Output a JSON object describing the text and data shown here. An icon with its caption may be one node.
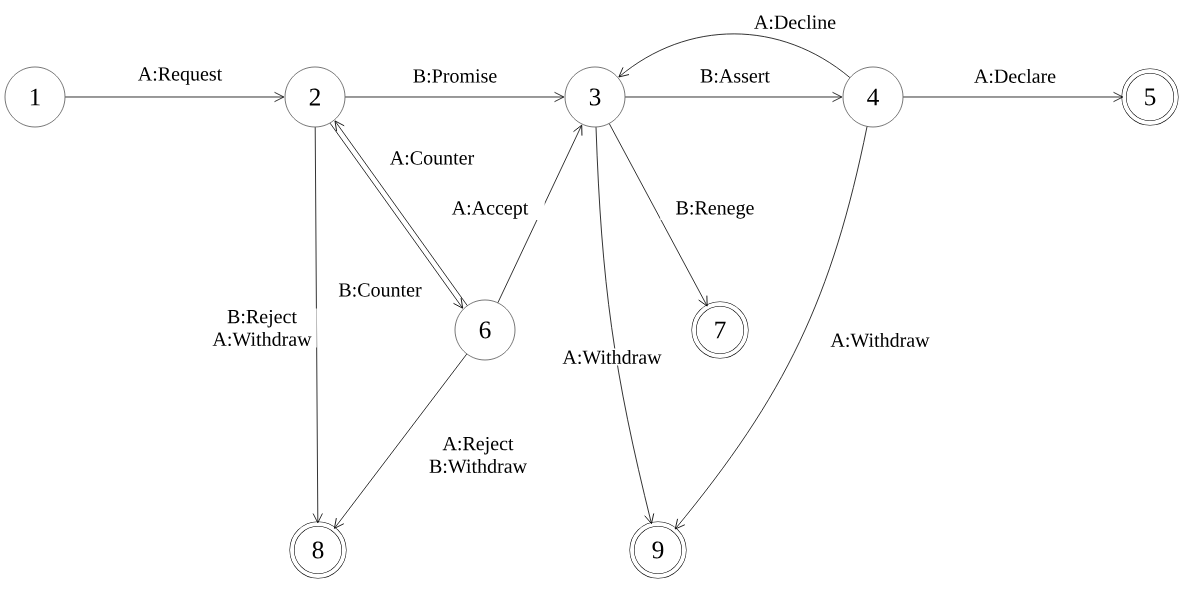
{
  "diagram": {
    "nodes": [
      {
        "text": [
          "1"
        ]
      },
      {
        "text": [
          "2"
        ]
      },
      {
        "text": [
          "3"
        ]
      },
      {
        "text": [
          "4"
        ]
      },
      {
        "text": [
          "5"
        ]
      },
      {
        "text": [
          "6"
        ]
      },
      {
        "text": [
          "7"
        ]
      },
      {
        "text": [
          "8"
        ]
      },
      {
        "text": [
          "9"
        ]
      }
    ],
    "edges": [
      {
        "from": 0,
        "to": 1,
        "arrow": "to",
        "label": "A:Request"
      },
      {
        "from": 1,
        "to": 2,
        "arrow": "to",
        "label": "B:Promise"
      },
      {
        "from": 2,
        "to": 3,
        "arrow": "to",
        "label": "B:Assert"
      },
      {
        "from": 3,
        "to": 2,
        "arrow": "to",
        "label": "A:Decline"
      },
      {
        "from": 3,
        "to": 4,
        "arrow": "to",
        "label": "A:Declare"
      },
      {
        "from": 5,
        "to": 1,
        "arrow": "to",
        "label": "A:Counter"
      },
      {
        "from": 1,
        "to": 5,
        "arrow": "to",
        "label": "B:Counter"
      },
      {
        "from": 5,
        "to": 2,
        "arrow": "to",
        "label": "A:Accept"
      },
      {
        "from": 2,
        "to": 6,
        "arrow": "to",
        "label": "B:Renege"
      },
      {
        "from": 1,
        "to": 7,
        "arrow": "to",
        "label": "B:Reject A:Withdraw"
      },
      {
        "from": 5,
        "to": 7,
        "arrow": "to",
        "label": "A:Reject B:Withdraw"
      },
      {
        "from": 2,
        "to": 8,
        "arrow": "to",
        "label": "A:Withdraw"
      },
      {
        "from": 3,
        "to": 8,
        "arrow": "to",
        "label": "A:Withdraw"
      }
    ]
  }
}
